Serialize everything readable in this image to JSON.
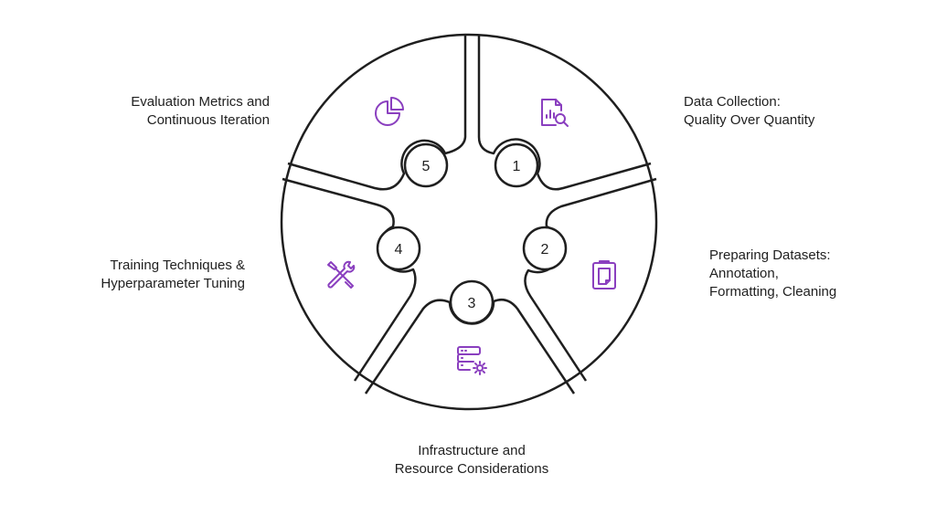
{
  "colors": {
    "outline": "#1f1f1f",
    "icon": "#8a3fbf",
    "background": "#ffffff"
  },
  "steps": [
    {
      "number": "1",
      "icon": "data-report-search-icon",
      "lines": [
        "Data Collection:",
        "Quality Over Quantity"
      ]
    },
    {
      "number": "2",
      "icon": "clipboard-icon",
      "lines": [
        "Preparing Datasets:",
        "Annotation,",
        "Formatting, Cleaning"
      ]
    },
    {
      "number": "3",
      "icon": "server-settings-icon",
      "lines": [
        "Infrastructure and",
        "Resource Considerations"
      ]
    },
    {
      "number": "4",
      "icon": "tools-icon",
      "lines": [
        "Training Techniques &",
        "Hyperparameter Tuning"
      ]
    },
    {
      "number": "5",
      "icon": "pie-chart-icon",
      "lines": [
        "Evaluation Metrics and",
        "Continuous Iteration"
      ]
    }
  ]
}
